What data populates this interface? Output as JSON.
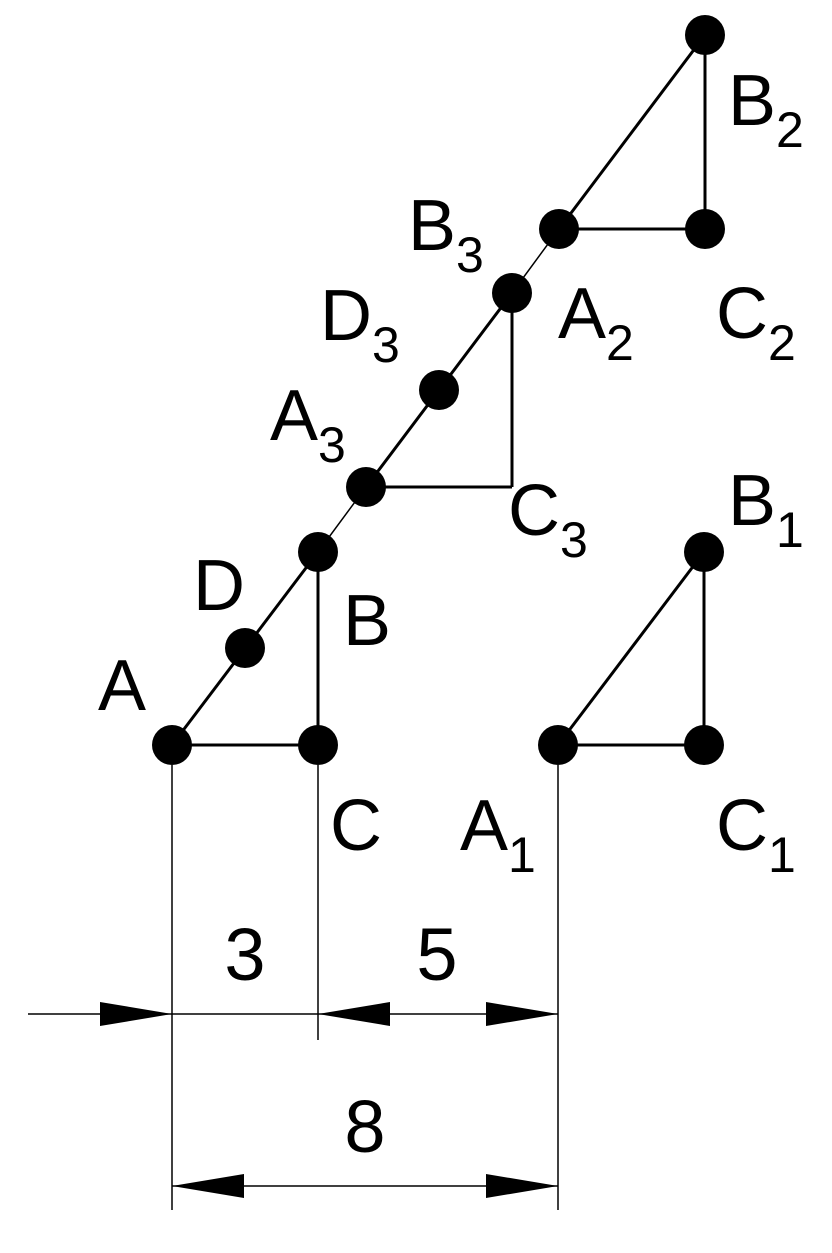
{
  "points": {
    "A": {
      "name": "A",
      "sub": ""
    },
    "B": {
      "name": "B",
      "sub": ""
    },
    "C": {
      "name": "C",
      "sub": ""
    },
    "D": {
      "name": "D",
      "sub": ""
    },
    "A1": {
      "name": "A",
      "sub": "1"
    },
    "B1": {
      "name": "B",
      "sub": "1"
    },
    "C1": {
      "name": "C",
      "sub": "1"
    },
    "A2": {
      "name": "A",
      "sub": "2"
    },
    "B2": {
      "name": "B",
      "sub": "2"
    },
    "C2": {
      "name": "C",
      "sub": "2"
    },
    "A3": {
      "name": "A",
      "sub": "3"
    },
    "B3": {
      "name": "B",
      "sub": "3"
    },
    "C3": {
      "name": "C",
      "sub": "3"
    },
    "D3": {
      "name": "D",
      "sub": "3"
    }
  },
  "dimensions": {
    "ac": "3",
    "ca1": "5",
    "aa1": "8"
  }
}
